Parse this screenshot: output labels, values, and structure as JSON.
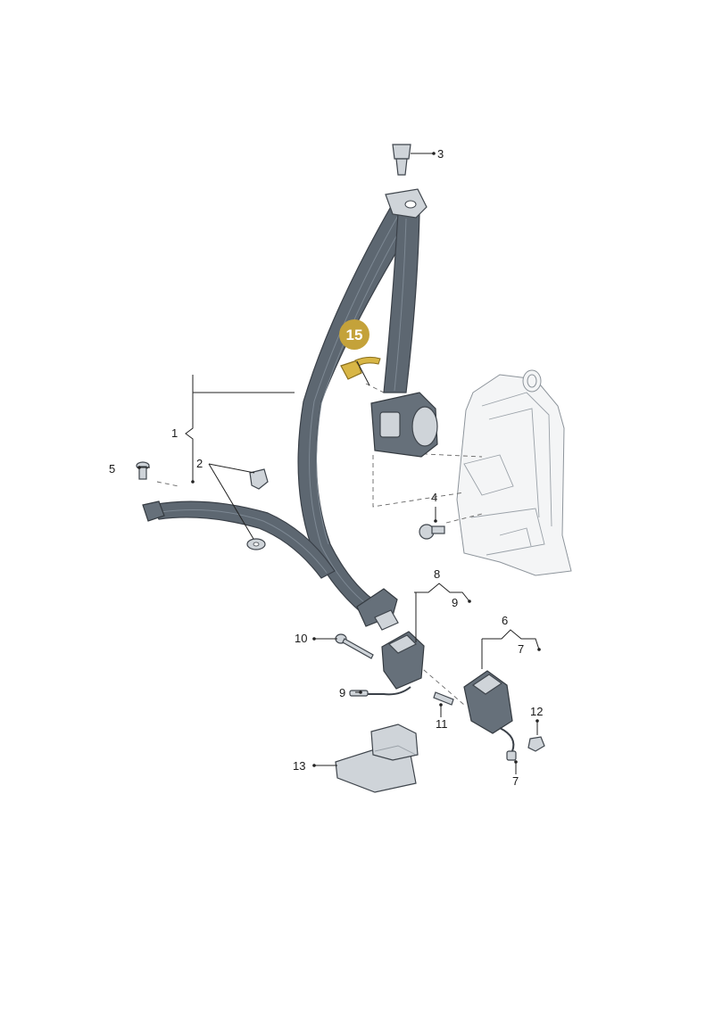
{
  "callouts": {
    "c1": "1",
    "c2": "2",
    "c3": "3",
    "c4": "4",
    "c5": "5",
    "c6": "6",
    "c7a": "7",
    "c7b": "7",
    "c8": "8",
    "c9a": "9",
    "c9b": "9",
    "c10": "10",
    "c11": "11",
    "c12": "12",
    "c13": "13",
    "c15": "15"
  },
  "colors": {
    "highlight_badge": "#c4a23a",
    "highlight_part": "#d8b646",
    "belt_webbing": "#5d6771"
  }
}
